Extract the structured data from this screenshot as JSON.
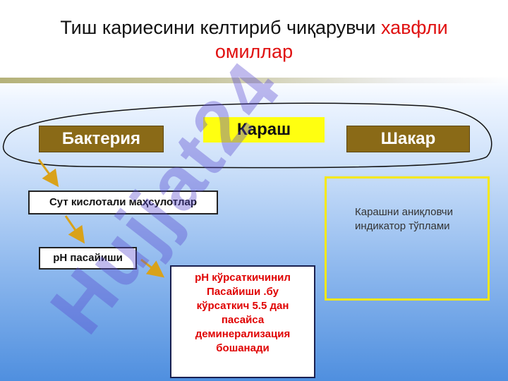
{
  "title": {
    "part1": "Тиш кариесини келтириб чиқарувчи",
    "highlight1": "хавфли",
    "highlight2": "омиллар"
  },
  "factors": {
    "bacteria": "Бактерия",
    "karash": "Караш",
    "sugar": "Шакар"
  },
  "flow": {
    "step1": "Сут кислотали маҳсулотлар",
    "step2": "pH пасайиши",
    "result_lines": [
      "pH кўрсаткичинил",
      "Пасайиши .бу",
      "кўрсаткич 5.5 дан",
      "пасайса",
      "деминерализация",
      "бошанади"
    ]
  },
  "indicator": {
    "lines": [
      "Карашни аниқловчи",
      "индикатор тўплами"
    ]
  },
  "watermark": "Hujjat24",
  "colors": {
    "factor_bg": "#8a6a17",
    "karash_bg": "#ffff10",
    "title_accent": "#e01010",
    "result_text": "#e00000",
    "indicator_border": "#f5e80a",
    "arrow": "#d9a21a",
    "watermark": "#5a4ad0"
  }
}
